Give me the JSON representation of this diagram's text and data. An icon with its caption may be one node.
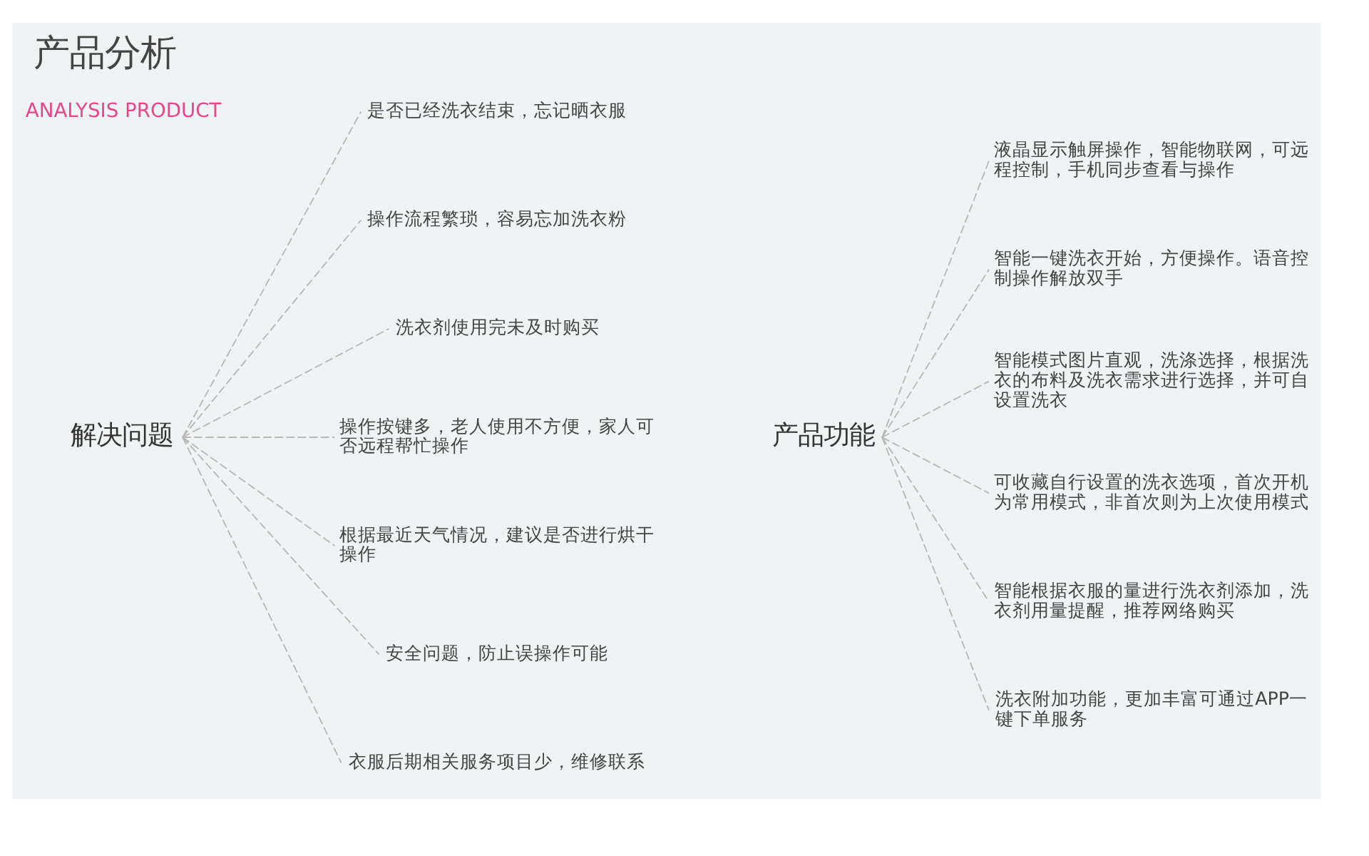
{
  "diagram": {
    "title": "产品分析",
    "nodes": [
      {
        "text": [
          "解决问题"
        ]
      },
      {
        "text": [
          "是否已经洗衣结束，忘记晒衣服"
        ]
      },
      {
        "text": [
          "操作流程繁琐，容易忘加洗衣粉"
        ]
      },
      {
        "text": [
          "洗衣剂使用完未及时购买"
        ]
      },
      {
        "text": [
          "操作按键多，老人使用不方便，家人可否远程帮忙操作"
        ]
      },
      {
        "text": [
          "根据最近天气情况，建议是否进行烘干操作"
        ]
      },
      {
        "text": [
          "安全问题，防止误操作可能"
        ]
      },
      {
        "text": [
          "衣服后期相关服务项目少，维修联系"
        ]
      },
      {
        "text": [
          "产品功能"
        ]
      },
      {
        "text": [
          "液晶显示触屏操作，智能物联网，可远程控制，手机同步查看与操作"
        ]
      },
      {
        "text": [
          "智能一键洗衣开始，方便操作。语音控制操作解放双手"
        ]
      },
      {
        "text": [
          "智能模式图片直观，洗涤选择，根据洗衣的布料及洗衣需求进行选择，并可自设置洗衣"
        ]
      },
      {
        "text": [
          "可收藏自行设置的洗衣选项，首次开机为常用模式，非首次则为上次使用模式"
        ]
      },
      {
        "text": [
          "智能根据衣服的量进行洗衣剂添加，洗衣剂用量提醒，推荐网络购买"
        ]
      },
      {
        "text": [
          "洗衣附加功能，更加丰富可通过APP一键下单服务"
        ]
      }
    ],
    "edges": [
      {
        "from": 0,
        "to": 1,
        "arrow": "none",
        "style": "dashed"
      },
      {
        "from": 0,
        "to": 2,
        "arrow": "none",
        "style": "dashed"
      },
      {
        "from": 0,
        "to": 3,
        "arrow": "none",
        "style": "dashed"
      },
      {
        "from": 0,
        "to": 4,
        "arrow": "none",
        "style": "dashed"
      },
      {
        "from": 0,
        "to": 5,
        "arrow": "none",
        "style": "dashed"
      },
      {
        "from": 0,
        "to": 6,
        "arrow": "none",
        "style": "dashed"
      },
      {
        "from": 0,
        "to": 7,
        "arrow": "none",
        "style": "dashed"
      },
      {
        "from": 8,
        "to": 9,
        "arrow": "none",
        "style": "dashed"
      },
      {
        "from": 8,
        "to": 10,
        "arrow": "none",
        "style": "dashed"
      },
      {
        "from": 8,
        "to": 11,
        "arrow": "none",
        "style": "dashed"
      },
      {
        "from": 8,
        "to": 12,
        "arrow": "none",
        "style": "dashed"
      },
      {
        "from": 8,
        "to": 13,
        "arrow": "none",
        "style": "dashed"
      },
      {
        "from": 8,
        "to": 14,
        "arrow": "none",
        "style": "dashed"
      }
    ],
    "labels": [
      "ANALYSIS PRODUCT"
    ]
  }
}
